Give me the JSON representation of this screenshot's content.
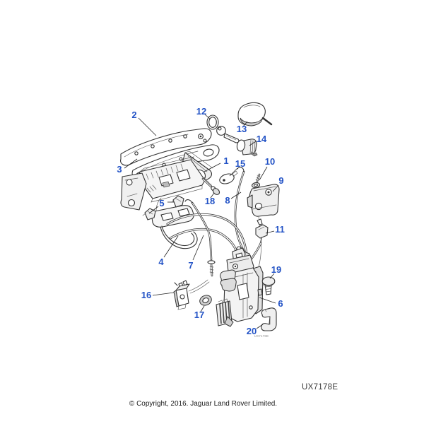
{
  "figure": {
    "code_label": "UX7178E",
    "inline_code_label": "UX7178E",
    "copyright": "© Copyright, 2016. Jaguar Land Rover Limited.",
    "callout_color": "#2353C6",
    "line_color": "#333333",
    "callouts": [
      {
        "num": "1"
      },
      {
        "num": "2"
      },
      {
        "num": "3"
      },
      {
        "num": "4"
      },
      {
        "num": "5"
      },
      {
        "num": "6"
      },
      {
        "num": "7"
      },
      {
        "num": "8"
      },
      {
        "num": "9"
      },
      {
        "num": "10"
      },
      {
        "num": "11"
      },
      {
        "num": "12"
      },
      {
        "num": "13"
      },
      {
        "num": "14"
      },
      {
        "num": "15"
      },
      {
        "num": "16"
      },
      {
        "num": "17"
      },
      {
        "num": "18"
      },
      {
        "num": "19"
      },
      {
        "num": "20"
      }
    ]
  }
}
